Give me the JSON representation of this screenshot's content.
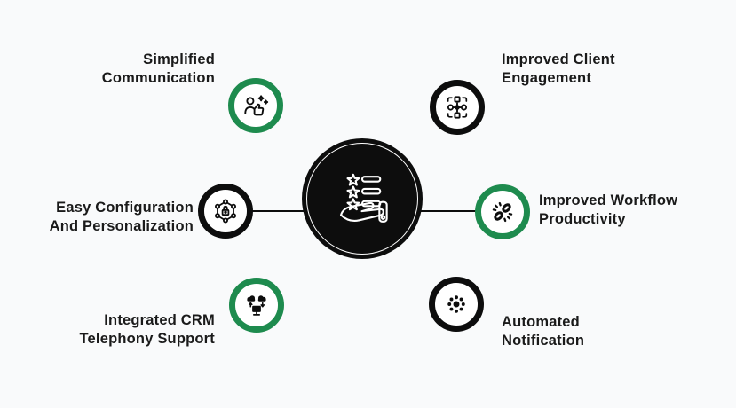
{
  "title": "CRM benefits diagram",
  "colors": {
    "background": "#f9fafb",
    "green": "#1e8b4e",
    "black": "#0d0d0d",
    "text": "#1a1a1a",
    "white": "#ffffff"
  },
  "center": {
    "icon": "hand-presenting-rating-list-icon"
  },
  "items": [
    {
      "id": "simplified-communication",
      "label": "Simplified\nCommunication",
      "ring_color": "green",
      "icon": "people-thumbs-up-icon"
    },
    {
      "id": "improved-client-engagement",
      "label": "Improved Client\nEngagement",
      "ring_color": "black",
      "icon": "connected-nodes-icon"
    },
    {
      "id": "easy-configuration-and-personalization",
      "label": "Easy Configuration\nAnd Personalization",
      "ring_color": "black",
      "icon": "hexagon-lock-network-icon"
    },
    {
      "id": "improved-workflow-productivity",
      "label": "Improved Workflow\nProductivity",
      "ring_color": "green",
      "icon": "broken-chain-icon"
    },
    {
      "id": "integrated-crm-telephony-support",
      "label": "Integrated CRM\nTelephony Support",
      "ring_color": "green",
      "icon": "cloud-monitor-sync-icon"
    },
    {
      "id": "automated-notification",
      "label": "Automated\nNotification",
      "ring_color": "black",
      "icon": "notification-burst-icon"
    }
  ]
}
